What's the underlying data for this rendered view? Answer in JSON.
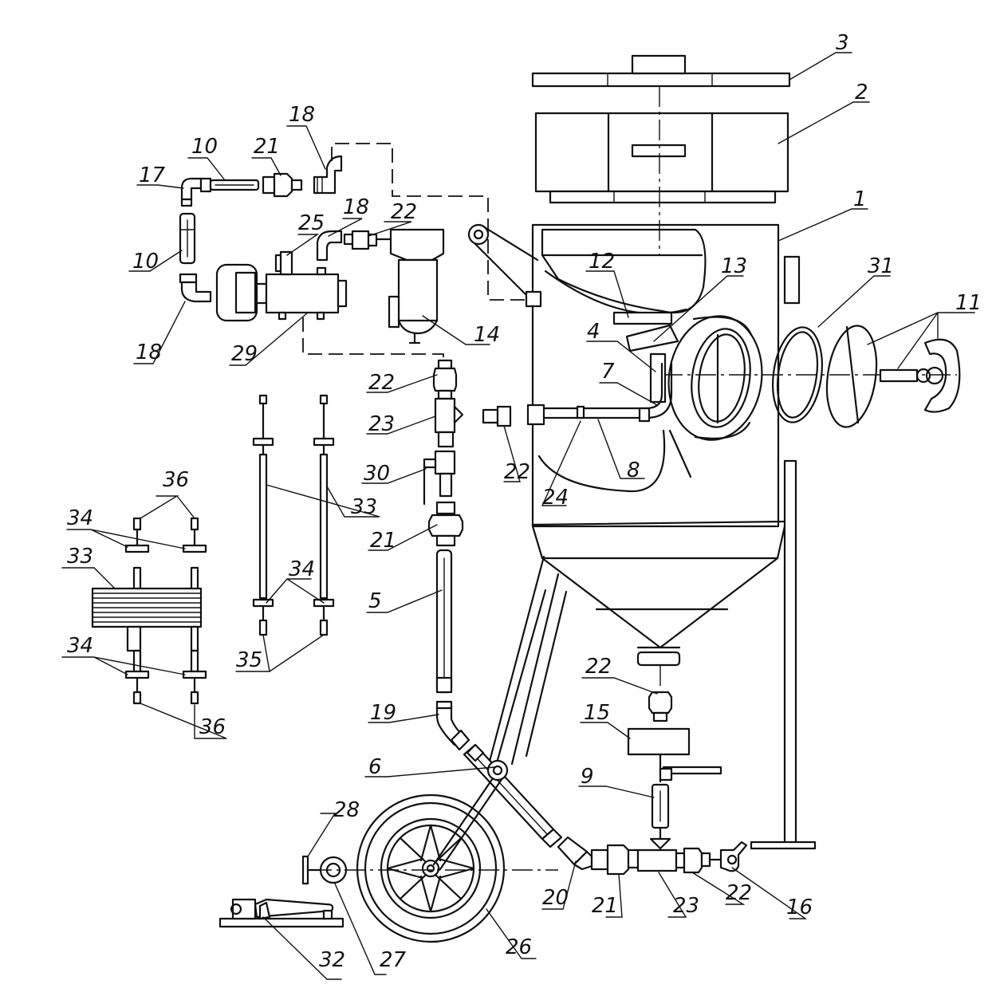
{
  "diagram": {
    "labels": {
      "l1": "1",
      "l2": "2",
      "l3": "3",
      "l4": "4",
      "l5": "5",
      "l6": "6",
      "l7": "7",
      "l8": "8",
      "l9": "9",
      "l10a": "10",
      "l10b": "10",
      "l11": "11",
      "l12": "12",
      "l13": "13",
      "l14": "14",
      "l15": "15",
      "l16": "16",
      "l17": "17",
      "l18a": "18",
      "l18b": "18",
      "l18c": "18",
      "l19": "19",
      "l20": "20",
      "l21a": "21",
      "l21b": "21",
      "l21c": "21",
      "l22a": "22",
      "l22b": "22",
      "l22c": "22",
      "l22d": "22",
      "l22e": "22",
      "l23a": "23",
      "l23b": "23",
      "l24": "24",
      "l25": "25",
      "l26": "26",
      "l27": "27",
      "l28": "28",
      "l29": "29",
      "l30": "30",
      "l31": "31",
      "l32": "32",
      "l33a": "33",
      "l33b": "33",
      "l34a": "34",
      "l34b": "34",
      "l34c": "34",
      "l35": "35",
      "l36a": "36",
      "l36b": "36"
    }
  }
}
